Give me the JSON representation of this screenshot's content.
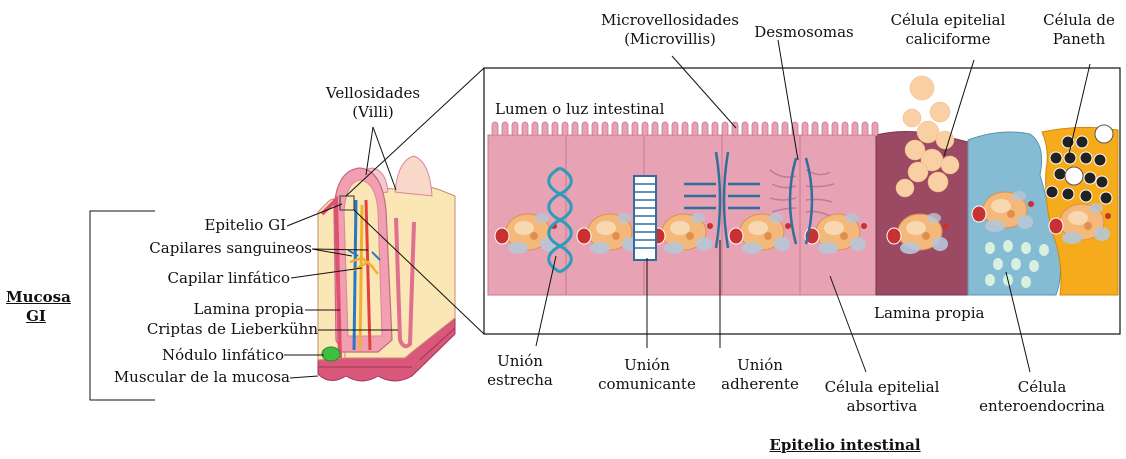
{
  "left": {
    "mucosa_title": [
      "Mucosa",
      "GI"
    ],
    "villi_label": [
      "Vellosidades",
      "(Villi)"
    ],
    "layers": [
      "Epitelio GI",
      "Capilares sanguineos",
      "Capilar linfático",
      "Lamina propia",
      "Criptas de Lieberkühn",
      "Nódulo linfático",
      "Muscular de la mucosa"
    ]
  },
  "right": {
    "title": "Epitelio intestinal",
    "lumen": "Lumen o luz intestinal",
    "lamina_propia": "Lamina propia",
    "top_labels": {
      "microvilli": [
        "Microvellosidades",
        "(Microvillis)"
      ],
      "desmosomas": "Desmosomas",
      "goblet": [
        "Célula epitelial",
        "caliciforme"
      ],
      "paneth": [
        "Célula de",
        "Paneth"
      ]
    },
    "bottom_labels": {
      "tight": [
        "Unión",
        "estrecha"
      ],
      "gap": [
        "Unión",
        "comunicante"
      ],
      "adherens": [
        "Unión",
        "adherente"
      ],
      "absorptive": [
        "Célula epitelial",
        "absortiva"
      ],
      "enteroendocrine": [
        "Célula",
        "enteroendocrina"
      ]
    }
  },
  "colors": {
    "epithelial_cell": "#e7a2b4",
    "epithelial_border": "#c77a8f",
    "goblet_cell": "#9c4a63",
    "enteroendocrine_cell": "#86bcd3",
    "paneth_cell": "#f6ab1c",
    "nucleus": "#f4b97a",
    "junction": "#2f6f9c",
    "villus_fill": "#fbe6b6",
    "villus_epithelium": "#f2a0b1",
    "muscularis": "#d8577b",
    "lymph_node": "#3fbf3f"
  }
}
